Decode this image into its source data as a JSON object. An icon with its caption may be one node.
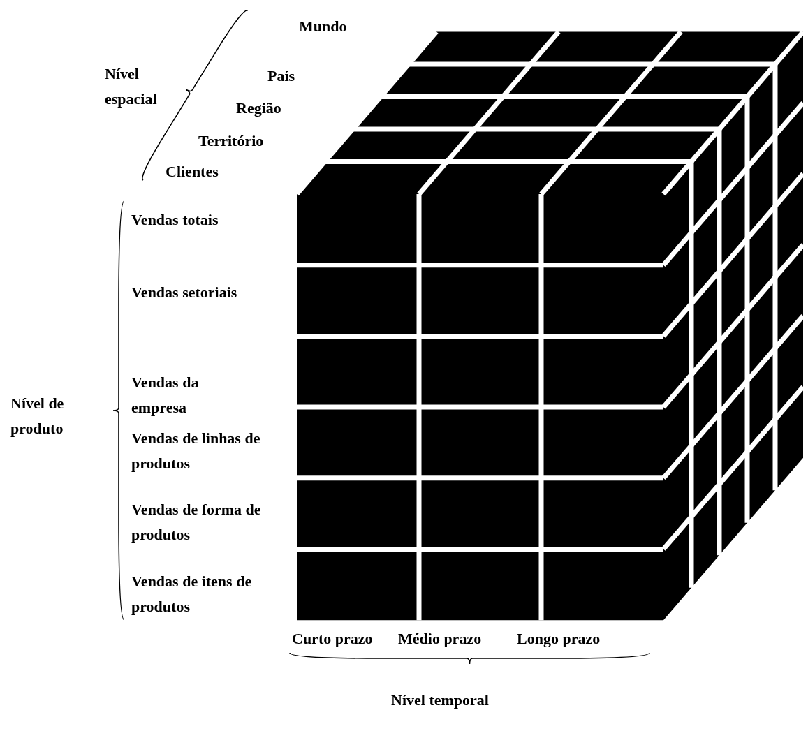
{
  "diagram": {
    "labels": [
      "Nível espacial",
      "Mundo",
      "País",
      "Região",
      "Território",
      "Clientes",
      "Vendas totais",
      "Vendas setoriais",
      "Vendas da empresa",
      "Nível de produto",
      "Vendas de linhas de produtos",
      "Vendas de forma de produtos",
      "Vendas de itens de produtos",
      "Curto prazo",
      "Médio prazo",
      "Longo prazo",
      "Nível temporal"
    ]
  }
}
